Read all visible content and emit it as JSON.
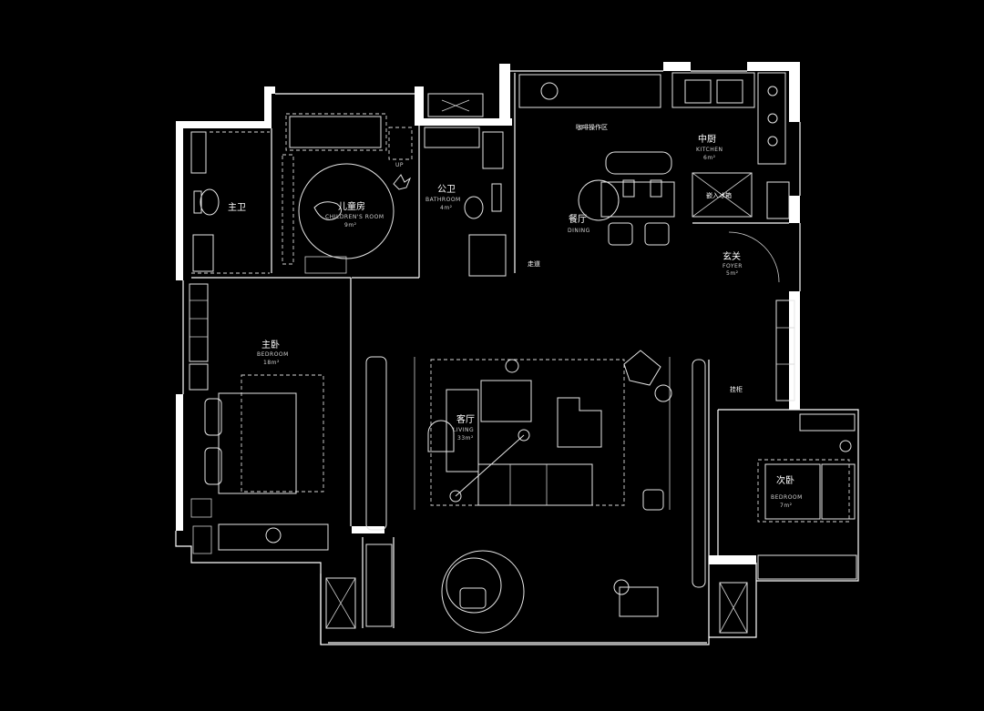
{
  "rooms": {
    "master_bath": {
      "name": "主卫"
    },
    "kids_room": {
      "name": "儿童房",
      "name_en": "CHILDREN'S ROOM",
      "area": "9m²"
    },
    "public_bath": {
      "name": "公卫",
      "name_en": "BATHROOM",
      "area": "4m²"
    },
    "kitchen": {
      "name": "中厨",
      "name_en": "KITCHEN",
      "area": "6m²"
    },
    "dining": {
      "name": "餐厅",
      "name_en": "DINING"
    },
    "foyer": {
      "name": "玄关",
      "name_en": "FOYER",
      "area": "5m²"
    },
    "master_bedroom": {
      "name": "主卧",
      "name_en": "BEDROOM",
      "area": "18m²"
    },
    "living": {
      "name": "客厅",
      "name_en": "LIVING",
      "area": "33m²"
    },
    "second_bedroom": {
      "name": "次卧",
      "name_en": "BEDROOM",
      "area": "7m²"
    }
  },
  "labels": {
    "coffee_area": "咖啡操作区",
    "fridge": "嵌入冰箱",
    "corridor": "走道",
    "hanging": "挂柜",
    "up": "UP"
  },
  "colors": {
    "background": "#000000",
    "lines": "#ffffff"
  }
}
